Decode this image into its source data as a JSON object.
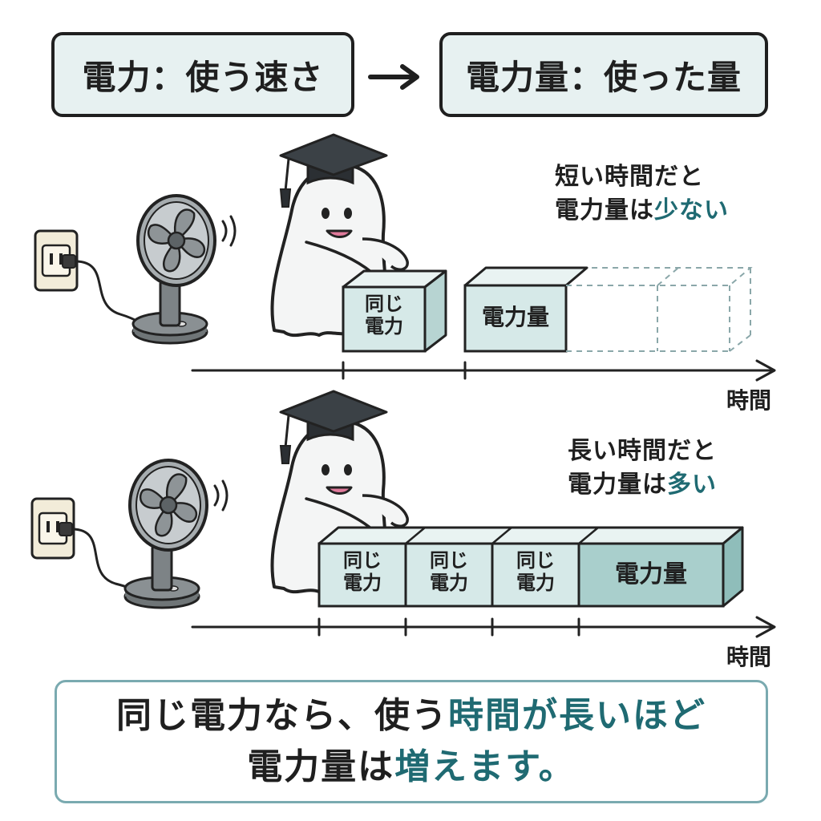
{
  "header": {
    "left_box": "電力：使う速さ",
    "right_box": "電力量：使った量"
  },
  "section_short": {
    "caption_line1": "短い時間だと",
    "caption_line2_prefix": "電力量は",
    "caption_line2_highlight": "少ない",
    "block_same_power": [
      "同じ",
      "電力"
    ],
    "block_energy": "電力量",
    "axis_label": "時間"
  },
  "section_long": {
    "caption_line1": "長い時間だと",
    "caption_line2_prefix": "電力量は",
    "caption_line2_highlight": "多い",
    "blocks_same_power": [
      [
        "同じ",
        "電力"
      ],
      [
        "同じ",
        "電力"
      ],
      [
        "同じ",
        "電力"
      ]
    ],
    "block_energy": "電力量",
    "axis_label": "時間"
  },
  "summary": {
    "line1_prefix": "同じ電力なら、使う",
    "line1_highlight": "時間が長いほど",
    "line2_prefix": "電力量は",
    "line2_highlight": "増えます。"
  },
  "colors": {
    "box_fill": "#e7f1f1",
    "block_fill": "#d6e9e8",
    "block_side": "#b7d4d2",
    "energy_fill": "#a9cfcc",
    "accent_text": "#1f6a72",
    "summary_border": "#7aaab0"
  }
}
